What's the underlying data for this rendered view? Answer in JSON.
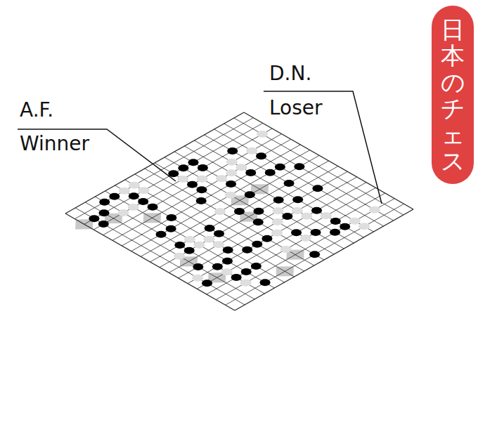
{
  "diagram": {
    "nodes": [
      {
        "text": [
          "日本のチェス"
        ]
      }
    ],
    "labels": [
      "A.F.",
      "Winner",
      "D.N.",
      "Loser"
    ]
  }
}
